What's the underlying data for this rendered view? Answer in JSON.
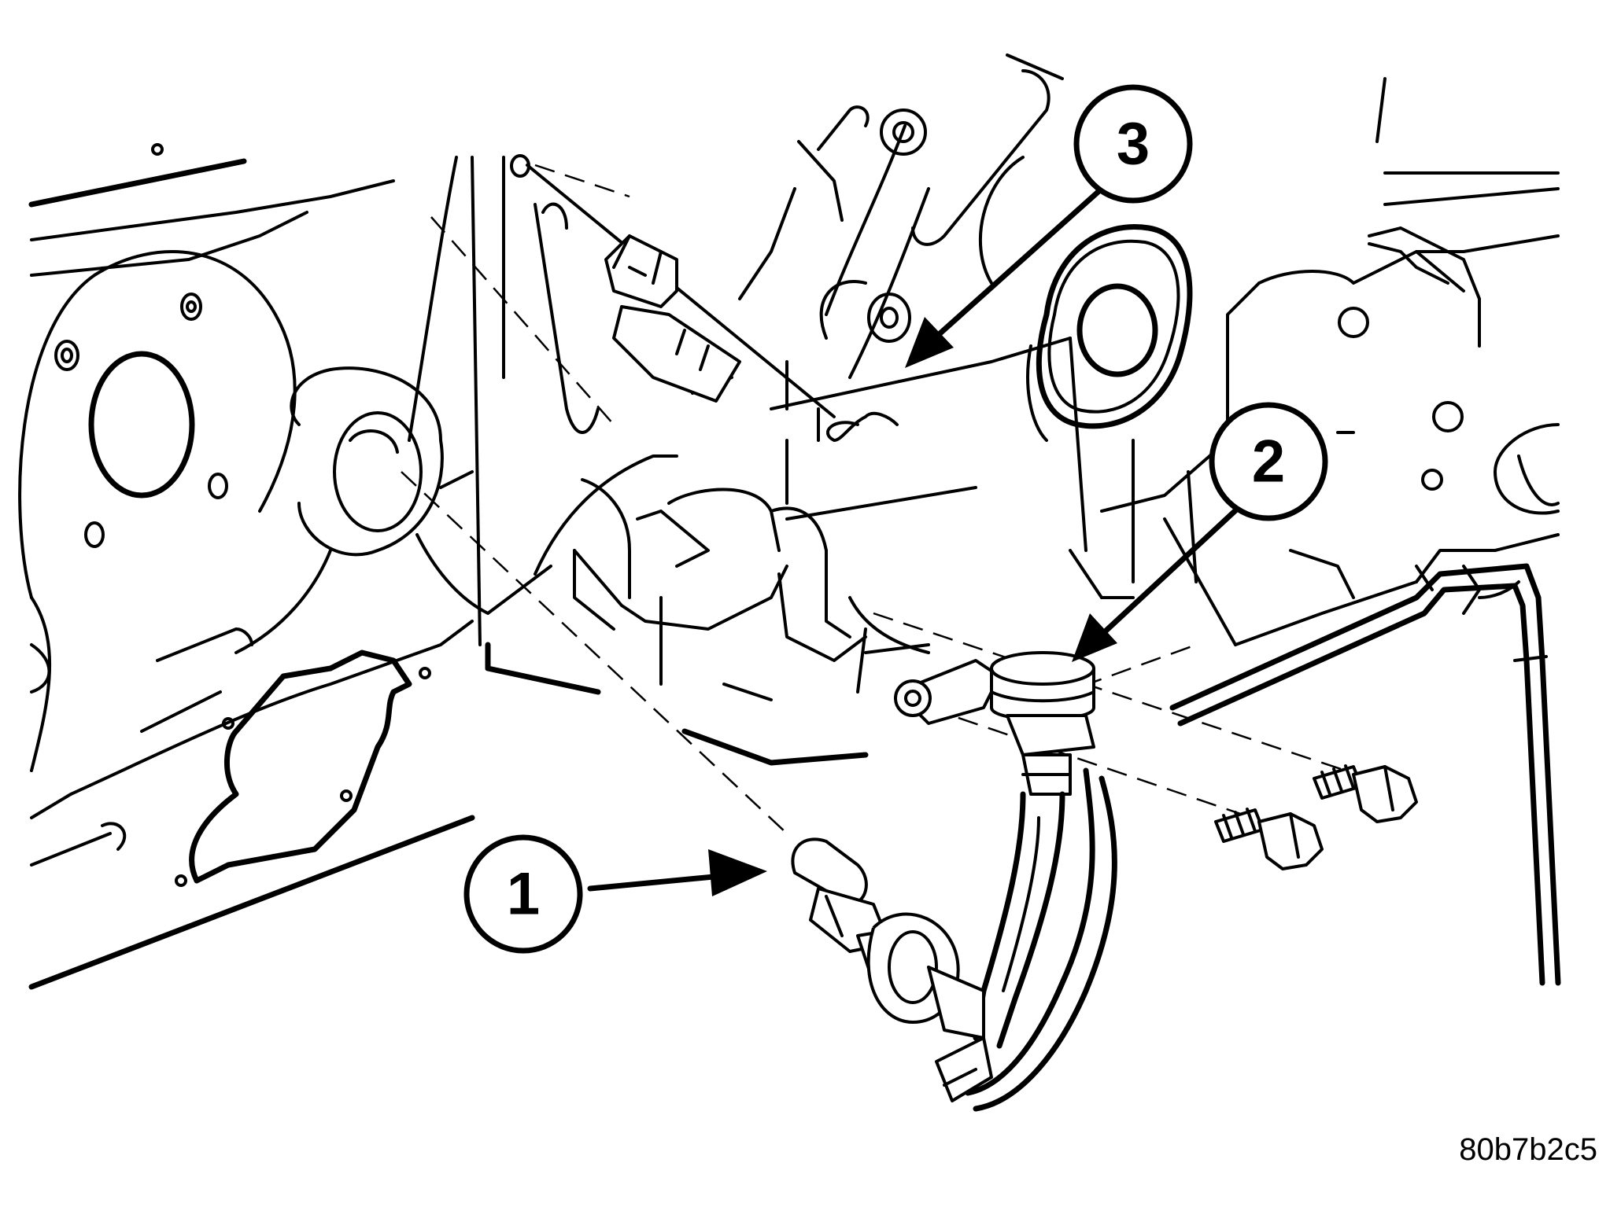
{
  "callouts": [
    {
      "number": "1"
    },
    {
      "number": "2"
    },
    {
      "number": "3"
    }
  ],
  "figure_id": "80b7b2c5"
}
